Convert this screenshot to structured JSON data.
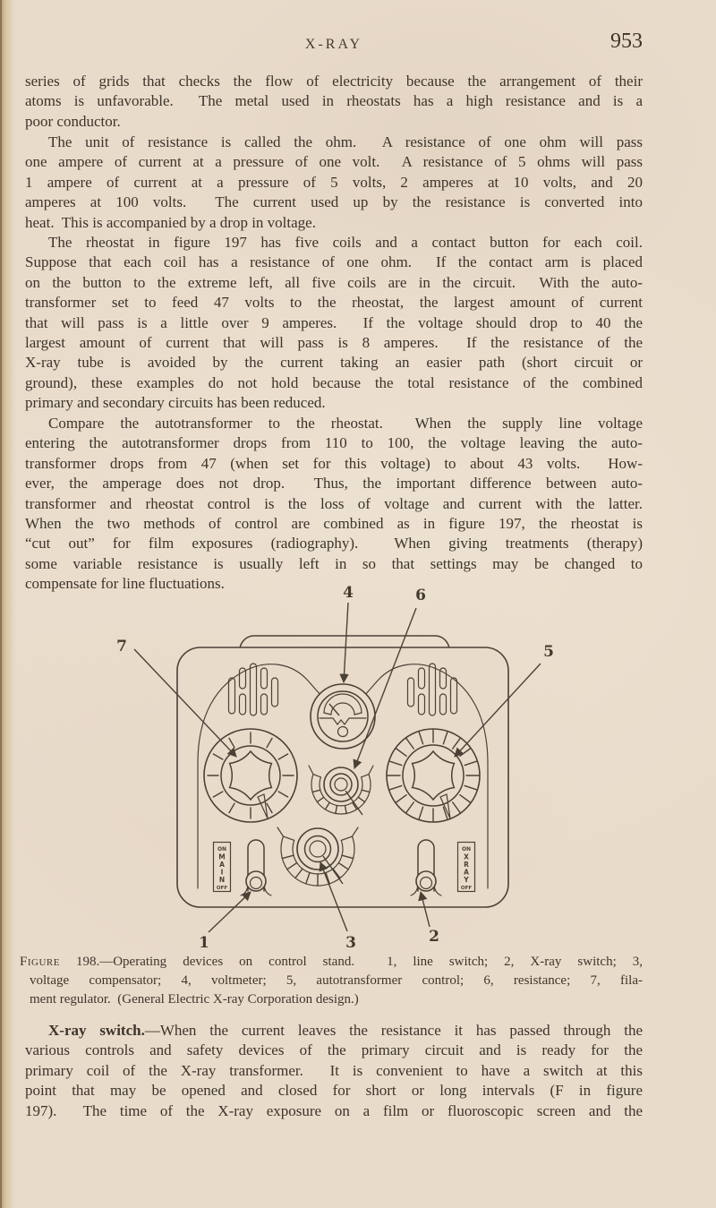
{
  "page": {
    "running_head": "X-RAY",
    "page_number": "953"
  },
  "body": {
    "para1": {
      "lines": [
        "series of grids that checks the flow of electricity because the arrangement of their",
        "atoms is unfavorable.  The metal used in rheostats has a high resistance and is a",
        "poor conductor."
      ]
    },
    "para2": {
      "lines": [
        "The unit of resistance is called the ohm.  A resistance of one ohm will pass",
        "one ampere of current at a pressure of one volt.  A resistance of 5 ohms will pass",
        "1 ampere of current at a pressure of 5 volts, 2 amperes at 10 volts, and 20",
        "amperes at 100 volts.  The current used up by the resistance is converted into",
        "heat.  This is accompanied by a drop in voltage."
      ]
    },
    "para3": {
      "lines": [
        "The rheostat in figure 197 has five coils and a contact button for each coil.",
        "Suppose that each coil has a resistance of one ohm.  If the contact arm is placed",
        "on the button to the extreme left, all five coils are in the circuit.  With the auto-",
        "transformer set to feed 47 volts to the rheostat, the largest amount of current",
        "that will pass is a little over 9 amperes.  If the voltage should drop to 40 the",
        "largest amount of current that will pass is 8 amperes.  If the resistance of the",
        "X-ray tube is avoided by the current taking an easier path (short circuit or",
        "ground), these examples do not hold because the total resistance of the combined",
        "primary and secondary circuits has been reduced."
      ]
    },
    "para4": {
      "lines": [
        "Compare the autotransformer to the rheostat.  When the supply line voltage",
        "entering the autotransformer drops from 110 to 100, the voltage leaving the auto-",
        "transformer drops from 47 (when set for this voltage) to about 43 volts.  How-",
        "ever, the amperage does not drop.  Thus, the important difference between auto-",
        "transformer and rheostat control is the loss of voltage and current with the latter.",
        "When the two methods of control are combined as in figure 197, the rheostat is",
        "“cut out” for film exposures (radiography).  When giving treatments (therapy)",
        "some variable resistance is usually left in so that settings may be changed to",
        "compensate for line fluctuations."
      ]
    }
  },
  "figure": {
    "numbers": {
      "n1": "1",
      "n2": "2",
      "n3": "3",
      "n4": "4",
      "n5": "5",
      "n6": "6",
      "n7": "7"
    },
    "switch_left": {
      "on": "ON",
      "off": "OFF",
      "letters": [
        "M",
        "A",
        "I",
        "N"
      ]
    },
    "switch_right": {
      "on": "ON",
      "off": "OFF",
      "letters": [
        "X",
        "R",
        "A",
        "Y"
      ]
    },
    "caption": {
      "label": "Figure",
      "line1": " 198.—Operating devices on control stand.  1, line switch; 2, X-ray switch; 3,",
      "line2": "voltage compensator; 4, voltmeter; 5, autotransformer control; 6, resistance; 7, fila-",
      "line3": "ment regulator.  (General Electric X-ray Corporation design.)"
    }
  },
  "para5": {
    "lead": "X-ray switch.",
    "line1_rest": "—When the current leaves the resistance it has passed through the",
    "lines": [
      "various controls and safety devices of the primary circuit and is ready for the",
      "primary coil of the X-ray transformer.  It is convenient to have a switch at this",
      "point that may be opened and closed for short or long intervals (F in figure",
      "197).  The time of the X-ray exposure on a film or fluoroscopic screen and the"
    ]
  }
}
